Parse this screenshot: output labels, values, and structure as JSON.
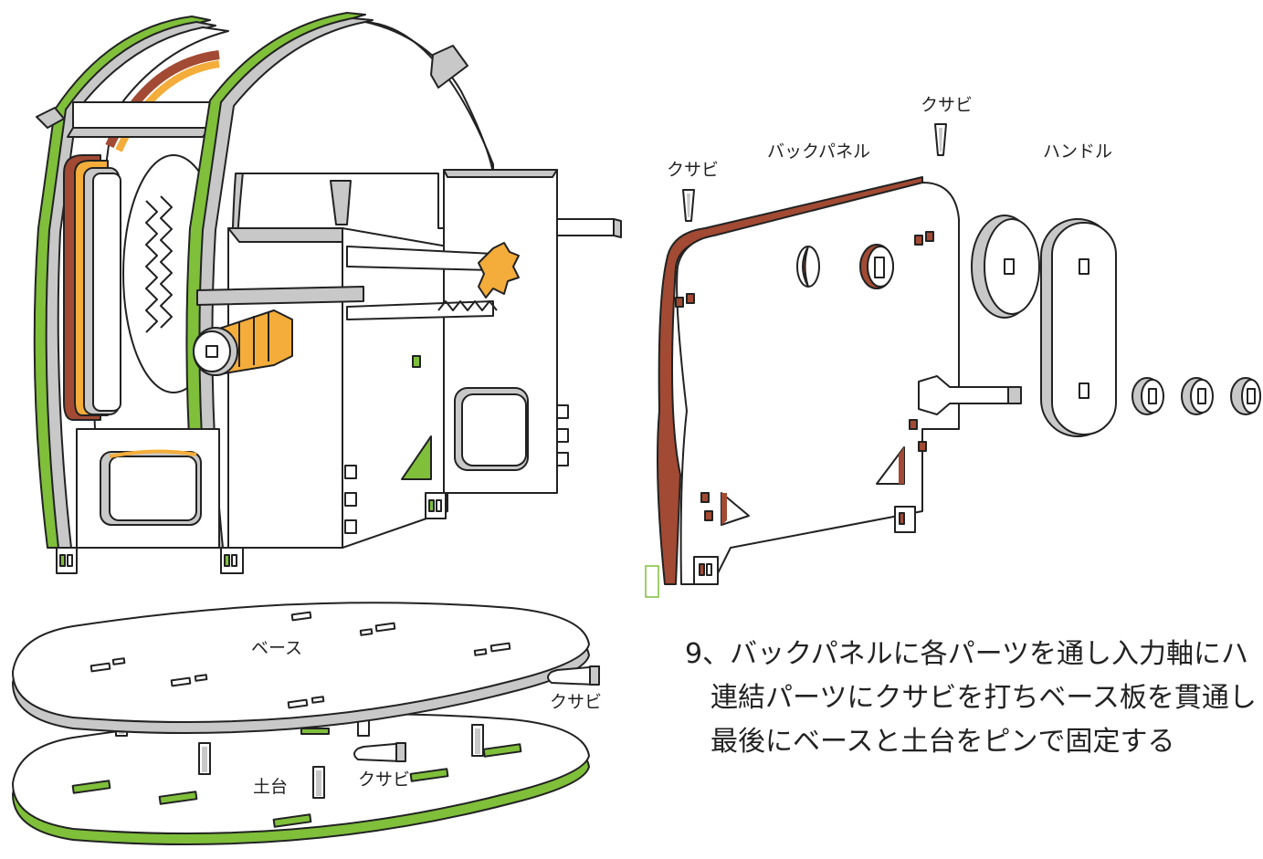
{
  "labels": {
    "wedge_top": "クサビ",
    "wedge_left": "クサビ",
    "back_panel": "バックパネル",
    "handle": "ハンドル",
    "base": "ベース",
    "stand": "土台",
    "wedge_base_right": "クサビ",
    "wedge_base_center": "クサビ"
  },
  "instruction": {
    "line1": "9、バックパネルに各パーツを通し入力軸にハ",
    "line2": "連結パーツにクサビを打ちベース板を貫通し",
    "line3": "最後にベースと土台をピンで固定する"
  },
  "colors": {
    "green": "#7fbf3a",
    "gray": "#c8c8c8",
    "brown": "#a24a33",
    "orange": "#f4ad3a",
    "outline": "#222222"
  }
}
